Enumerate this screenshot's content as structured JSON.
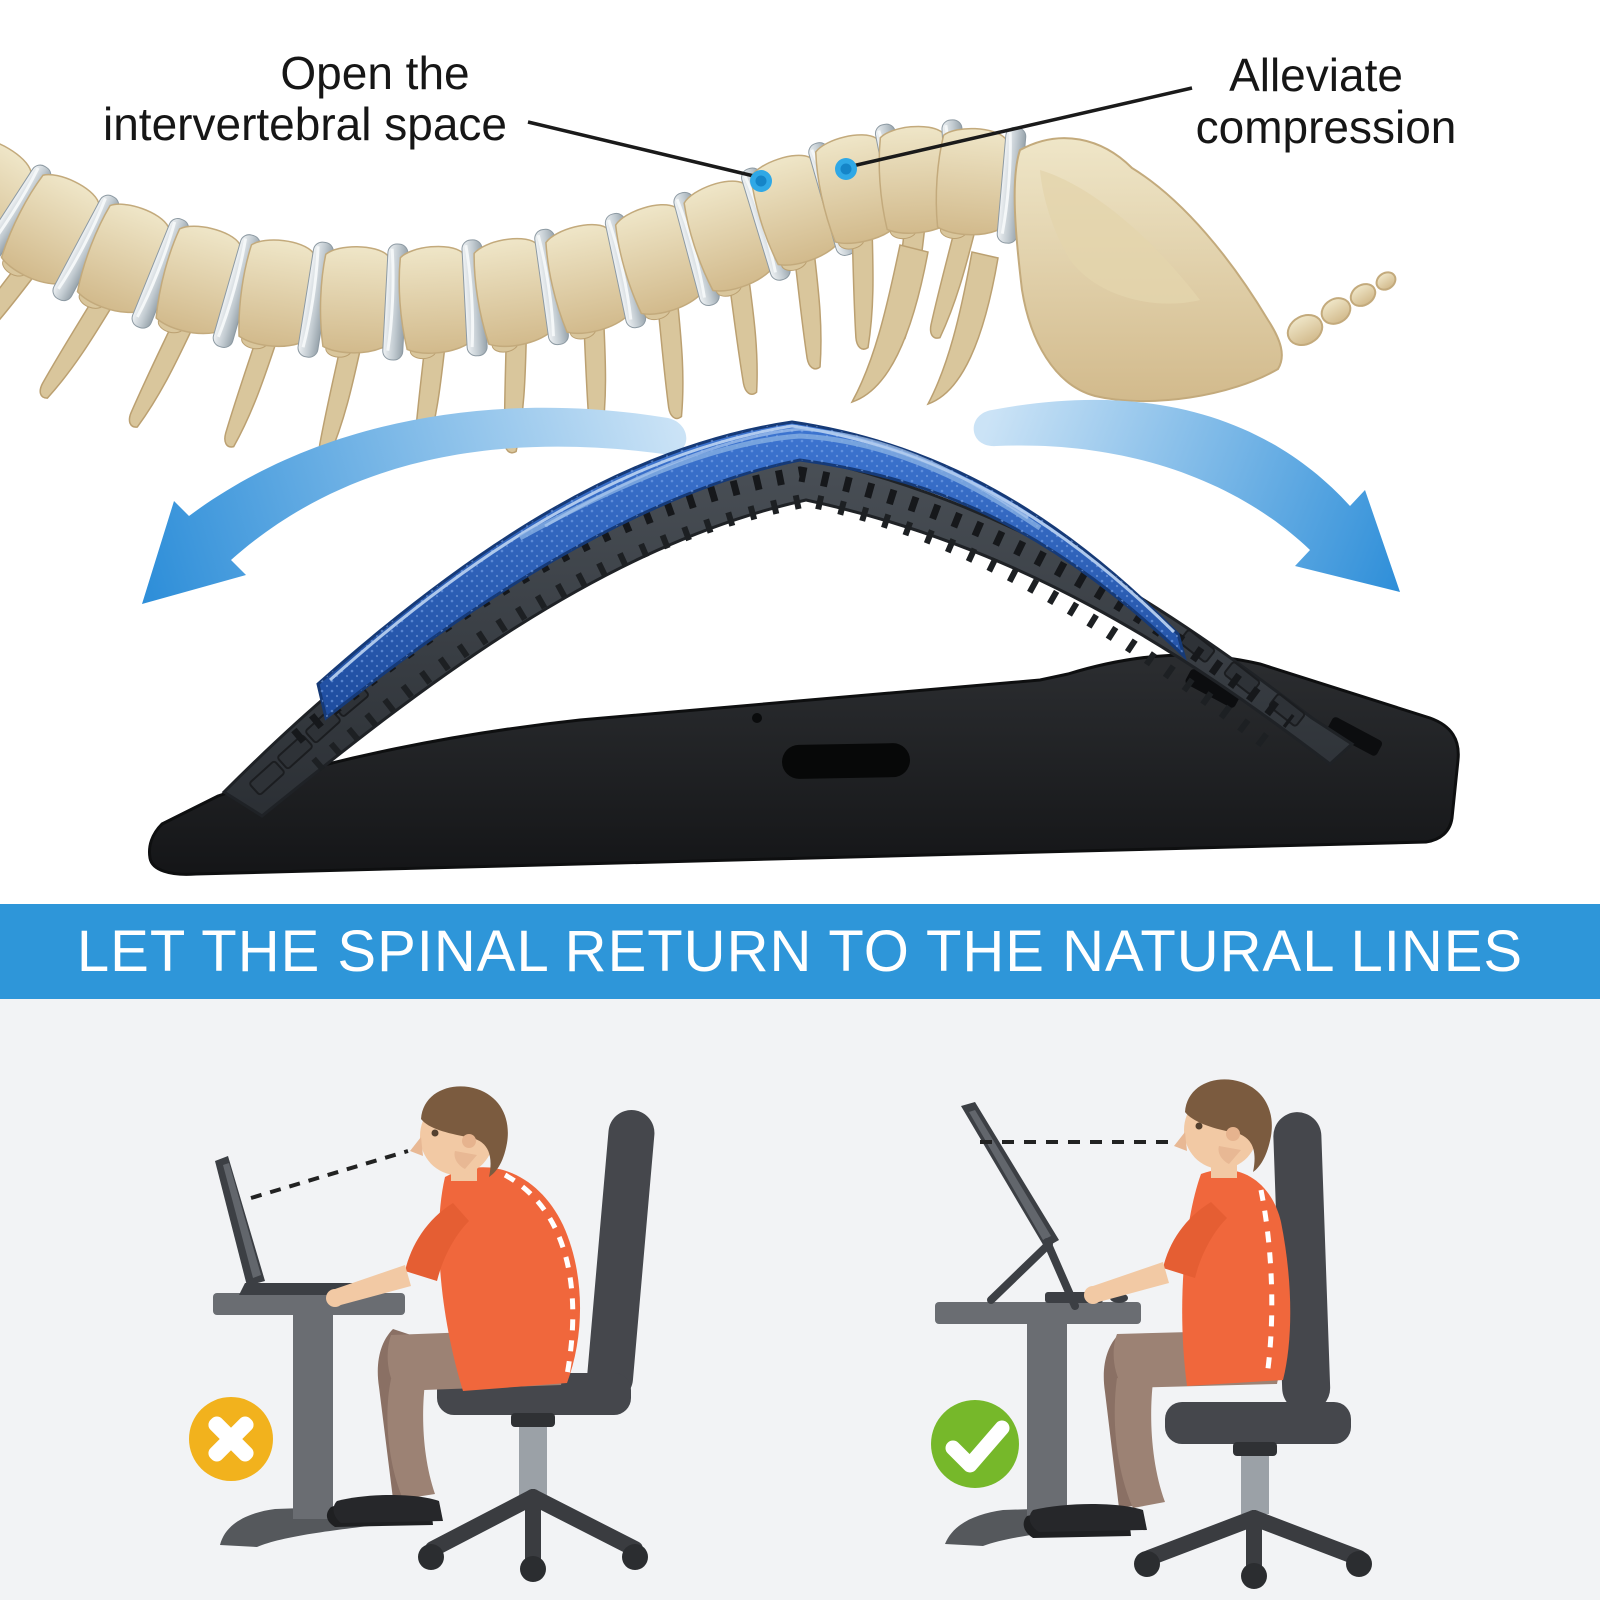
{
  "annotations": {
    "left": {
      "line1": "Open the",
      "line2": "intervertebral space"
    },
    "right": {
      "line1": "Alleviate",
      "line2": "compression"
    }
  },
  "banner": {
    "text": "LET THE SPINAL RETURN TO THE NATURAL LINES"
  },
  "comparison": {
    "left_badge_icon": "x-icon",
    "right_badge_icon": "check-icon"
  },
  "icons": [
    "curved-arrow-left-icon",
    "curved-arrow-right-icon",
    "marker-dot-icon",
    "x-icon",
    "check-icon"
  ],
  "colors": {
    "banner_blue": "#2E96D9",
    "arrow_blue": "#2F8FD9",
    "foam_pad_blue": "#2F5CB8",
    "marker_dot_blue": "#2FA8E6",
    "bad_badge_yellow": "#F2B21D",
    "good_badge_green": "#76B82A",
    "shirt_orange": "#F0673C",
    "bottom_background": "#F2F3F5"
  }
}
